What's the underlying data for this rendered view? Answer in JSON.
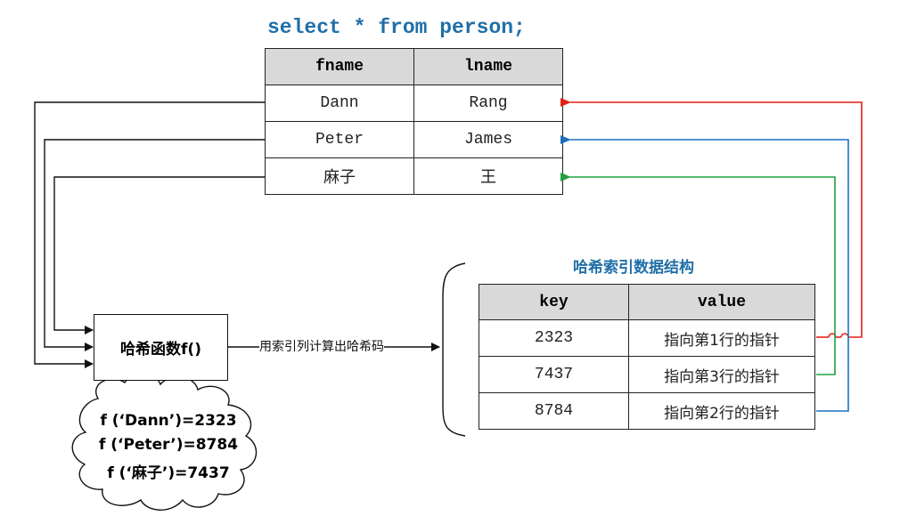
{
  "sql_query": "select * from person;",
  "person_table": {
    "headers": [
      "fname",
      "lname"
    ],
    "rows": [
      [
        "Dann",
        "Rang"
      ],
      [
        "Peter",
        "James"
      ],
      [
        "麻子",
        "王"
      ]
    ]
  },
  "hash_structure": {
    "title": "哈希索引数据结构",
    "headers": [
      "key",
      "value"
    ],
    "rows": [
      [
        "2323",
        "指向第1行的指针"
      ],
      [
        "7437",
        "指向第3行的指针"
      ],
      [
        "8784",
        "指向第2行的指针"
      ]
    ]
  },
  "hash_function_label": "哈希函数f()",
  "calc_label": "用索引列计算出哈希码",
  "hash_examples": [
    "f (‘Dann’)=2323",
    "f (‘Peter’)=8784",
    "f (‘麻子’)=7437"
  ],
  "colors": {
    "title_blue": "#1f6fa8",
    "header_gray": "#d9d9d9",
    "arrow_red": "#e32119",
    "arrow_blue": "#1f6fc0",
    "arrow_green": "#22a040"
  }
}
